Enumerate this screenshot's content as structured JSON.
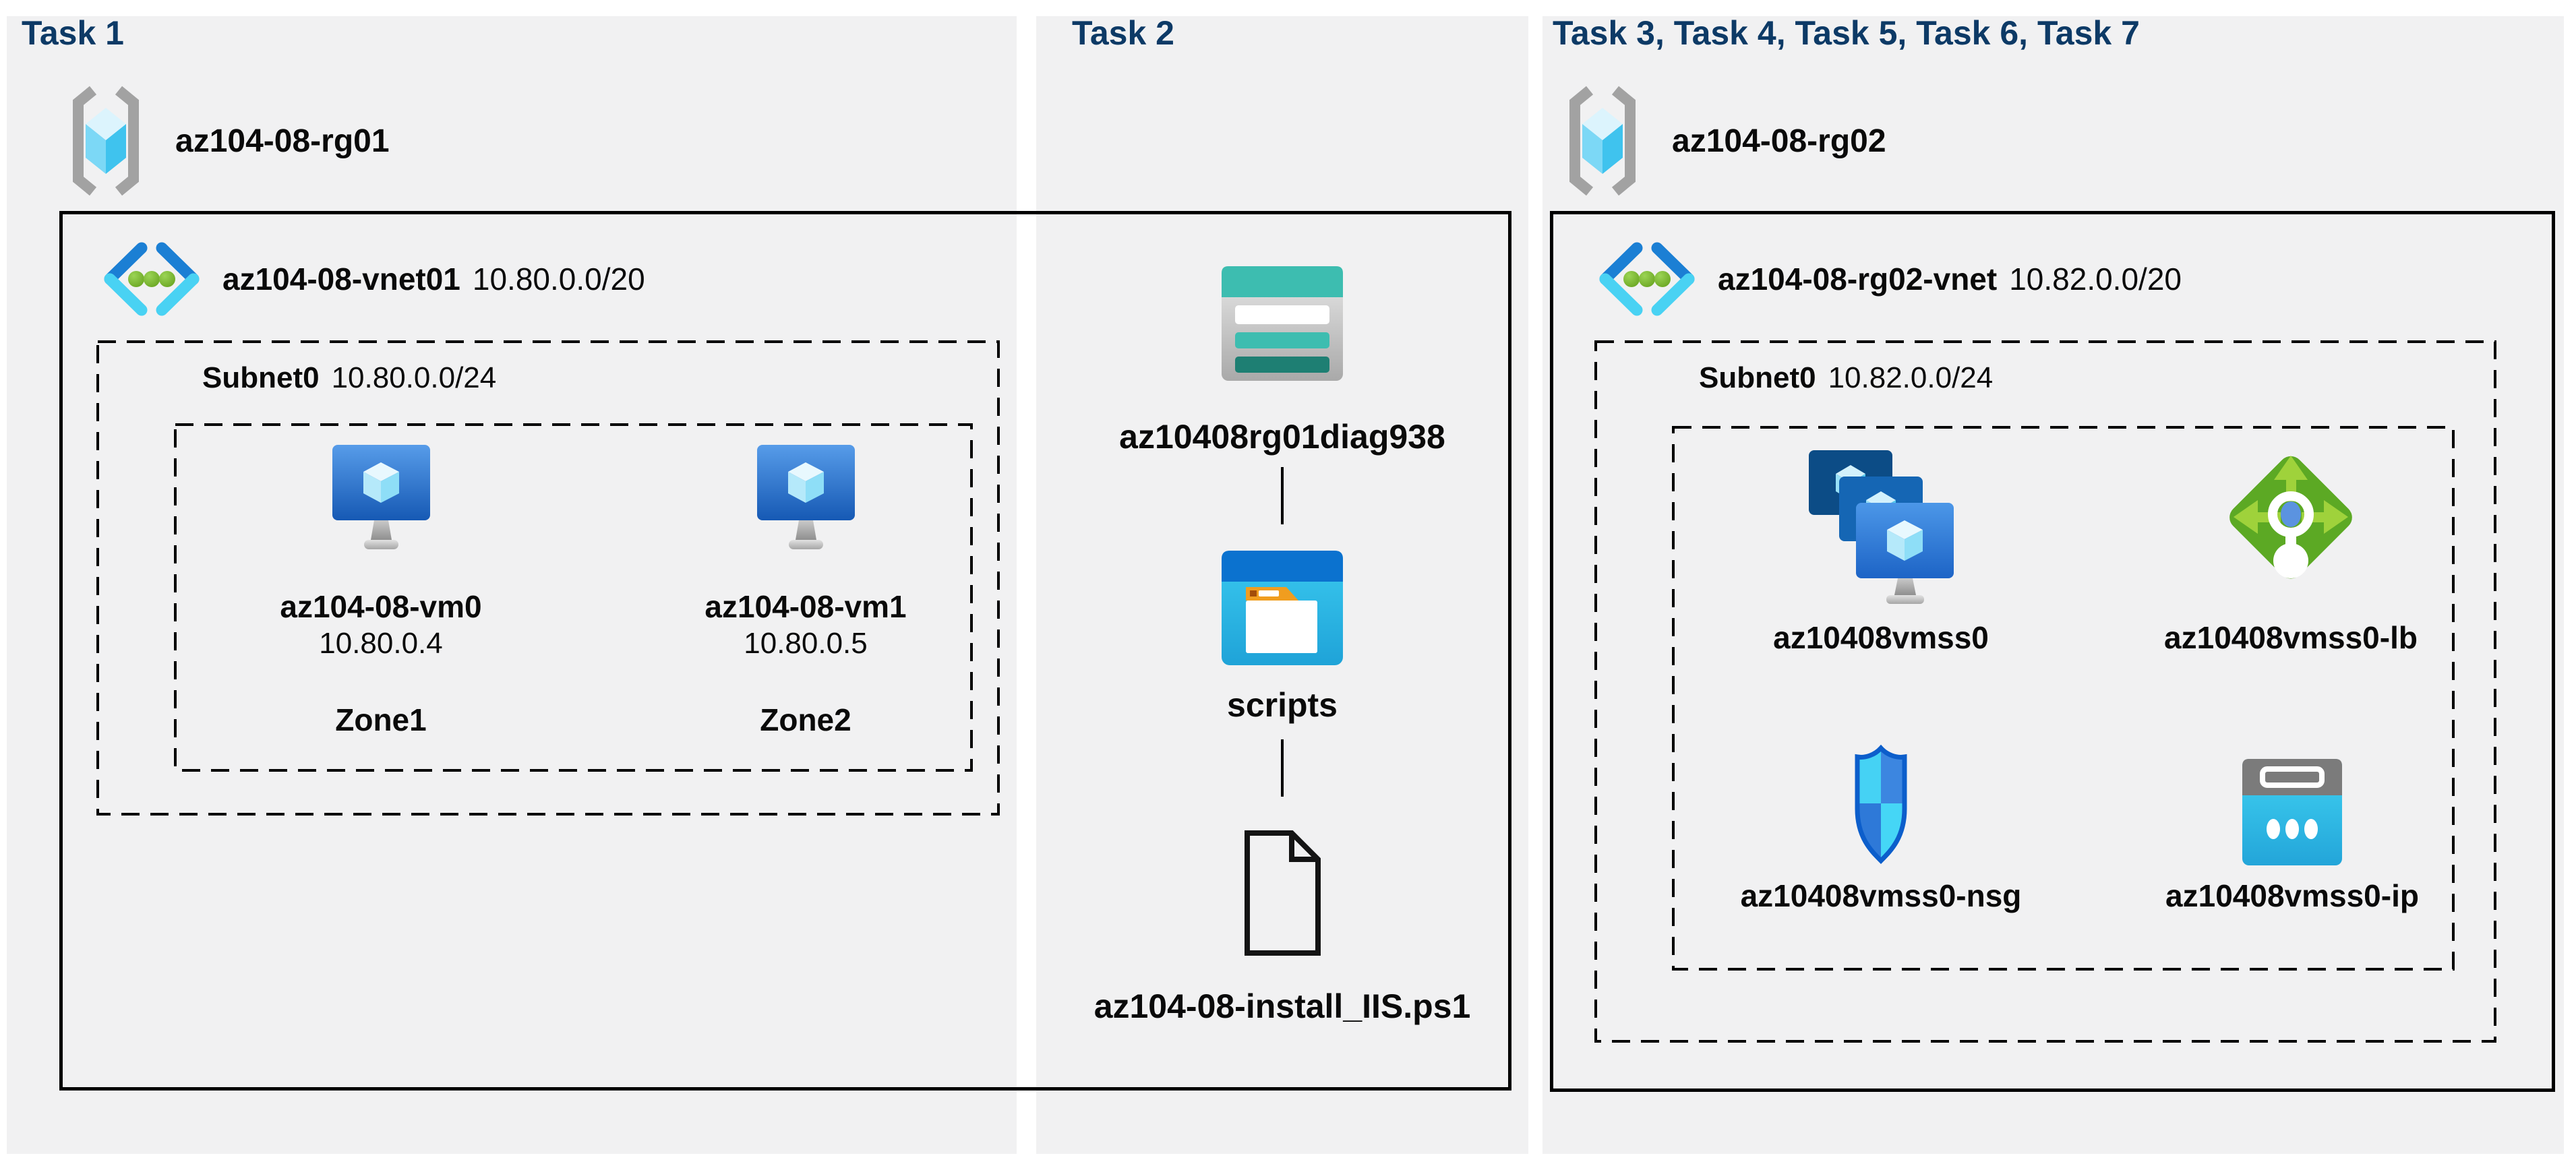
{
  "colors": {
    "heading": "#0d3a66",
    "panel_bg": "#f1f1f2",
    "text": "#0a0a0a",
    "azure_blue": "#1b66c6",
    "cyan_light": "#49d2f3",
    "teal": "#3dbdb0",
    "teal_dark": "#1e7f73",
    "green_lb": "#5ca924",
    "green_dots": "#76b42c",
    "orange_tab": "#f09d1f",
    "bracket_gray": "#a2a2a2"
  },
  "task1": {
    "title": "Task 1",
    "resource_group": "az104-08-rg01",
    "vnet": {
      "name": "az104-08-vnet01",
      "cidr": "10.80.0.0/20"
    },
    "subnet": {
      "name": "Subnet0",
      "cidr": "10.80.0.0/24"
    },
    "vms": [
      {
        "name": "az104-08-vm0",
        "ip": "10.80.0.4",
        "zone": "Zone1"
      },
      {
        "name": "az104-08-vm1",
        "ip": "10.80.0.5",
        "zone": "Zone2"
      }
    ]
  },
  "task2": {
    "title": "Task 2",
    "storage_account": "az10408rg01diag938",
    "container": "scripts",
    "script_file": "az104-08-install_IIS.ps1"
  },
  "task3": {
    "title": "Task 3, Task 4, Task 5, Task 6, Task 7",
    "resource_group": "az104-08-rg02",
    "vnet": {
      "name": "az104-08-rg02-vnet",
      "cidr": "10.82.0.0/20"
    },
    "subnet": {
      "name": "Subnet0",
      "cidr": "10.82.0.0/24"
    },
    "vmss": "az10408vmss0",
    "load_balancer": "az10408vmss0-lb",
    "nsg": "az10408vmss0-nsg",
    "public_ip": "az10408vmss0-ip"
  }
}
